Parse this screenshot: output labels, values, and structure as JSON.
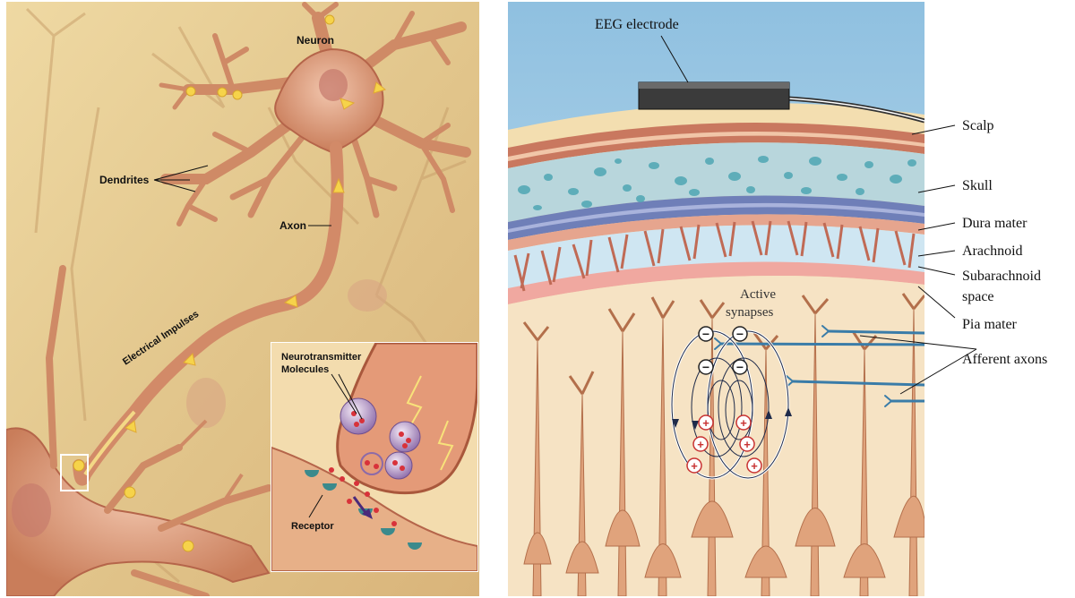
{
  "neuron_panel": {
    "labels": {
      "neuron": "Neuron",
      "dendrites": "Dendrites",
      "axon": "Axon",
      "electrical_impulses": "Electrical Impulses",
      "neurotransmitter_line1": "Neurotransmitter",
      "neurotransmitter_line2": "Molecules",
      "receptor": "Receptor"
    },
    "colors": {
      "background": "#e2c98f",
      "cell_body": "#d88e6c",
      "cell_outline": "#a9583c",
      "impulse": "#f6d34a",
      "inset_border": "#ffffff"
    }
  },
  "eeg_panel": {
    "labels": {
      "eeg_electrode": "EEG electrode",
      "scalp": "Scalp",
      "skull": "Skull",
      "dura_mater": "Dura mater",
      "arachnoid": "Arachnoid",
      "subarachnoid_line1": "Subarachnoid",
      "subarachnoid_line2": "space",
      "pia_mater": "Pia mater",
      "afferent_axons": "Afferent axons",
      "active_line1": "Active",
      "active_line2": "synapses"
    },
    "charges": {
      "negative": "−",
      "positive": "+"
    },
    "colors": {
      "sky": "#a8cde6",
      "scalp": "#f3deb0",
      "skull": "#b8d6dc",
      "dura": "#6f7fb8",
      "arachnoid_fibers": "#c06a55",
      "pia": "#f0a8a0",
      "cortex": "#f6e3c4",
      "neuron": "#e0a37c",
      "axon": "#3a7ca8",
      "negative": "#222222",
      "positive": "#c83232"
    }
  }
}
